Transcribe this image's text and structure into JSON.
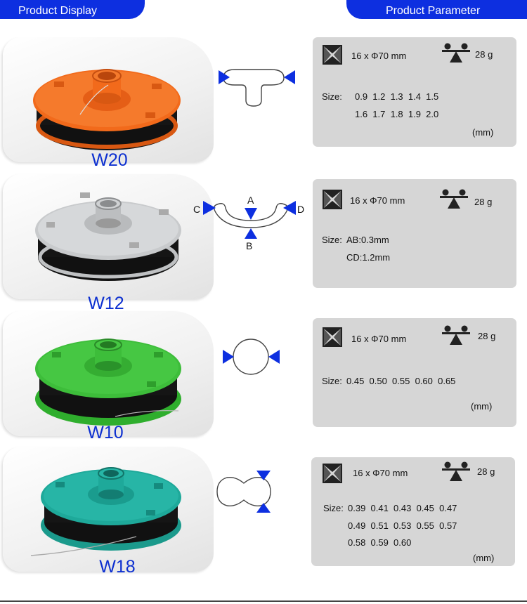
{
  "header": {
    "left_tab": "Product Display",
    "right_tab": "Product Parameter"
  },
  "products": [
    {
      "model": "W20",
      "spool_color": "#f26a1b",
      "dimension": "16 x Φ70 mm",
      "weight": "28 g",
      "size_label": "Size:",
      "size_lines": [
        "0.9  1.2  1.3  1.4  1.5",
        "1.6  1.7  1.8  1.9  2.0"
      ],
      "unit": "(mm)"
    },
    {
      "model": "W12",
      "spool_color": "#c8cacc",
      "dimension": "16 x Φ70 mm",
      "weight": "28 g",
      "size_label": "Size:",
      "size_lines": [
        "AB:0.3mm",
        "CD:1.2mm"
      ],
      "unit": "",
      "labels": {
        "a": "A",
        "b": "B",
        "c": "C",
        "d": "D"
      }
    },
    {
      "model": "W10",
      "spool_color": "#3dbd3a",
      "dimension": "16 x Φ70 mm",
      "weight": "28 g",
      "size_label": "Size:",
      "size_lines": [
        "0.45  0.50  0.55  0.60  0.65"
      ],
      "unit": "(mm)"
    },
    {
      "model": "W18",
      "spool_color": "#1ea99a",
      "dimension": "16 x Φ70 mm",
      "weight": "28 g",
      "size_label": "Size:",
      "size_lines": [
        "0.39  0.41  0.43  0.45  0.47",
        "0.49  0.51  0.53  0.55  0.57",
        "0.58  0.59  0.60"
      ],
      "unit": "(mm)"
    }
  ],
  "icons": {
    "dimension": "dimension-cross-icon",
    "weight": "balance-scale-icon",
    "pointer": "blue-triangle-arrow-icon"
  },
  "colors": {
    "accent": "#0d2fe0",
    "panel": "#d6d6d6",
    "model_text": "#0c2fd0"
  }
}
